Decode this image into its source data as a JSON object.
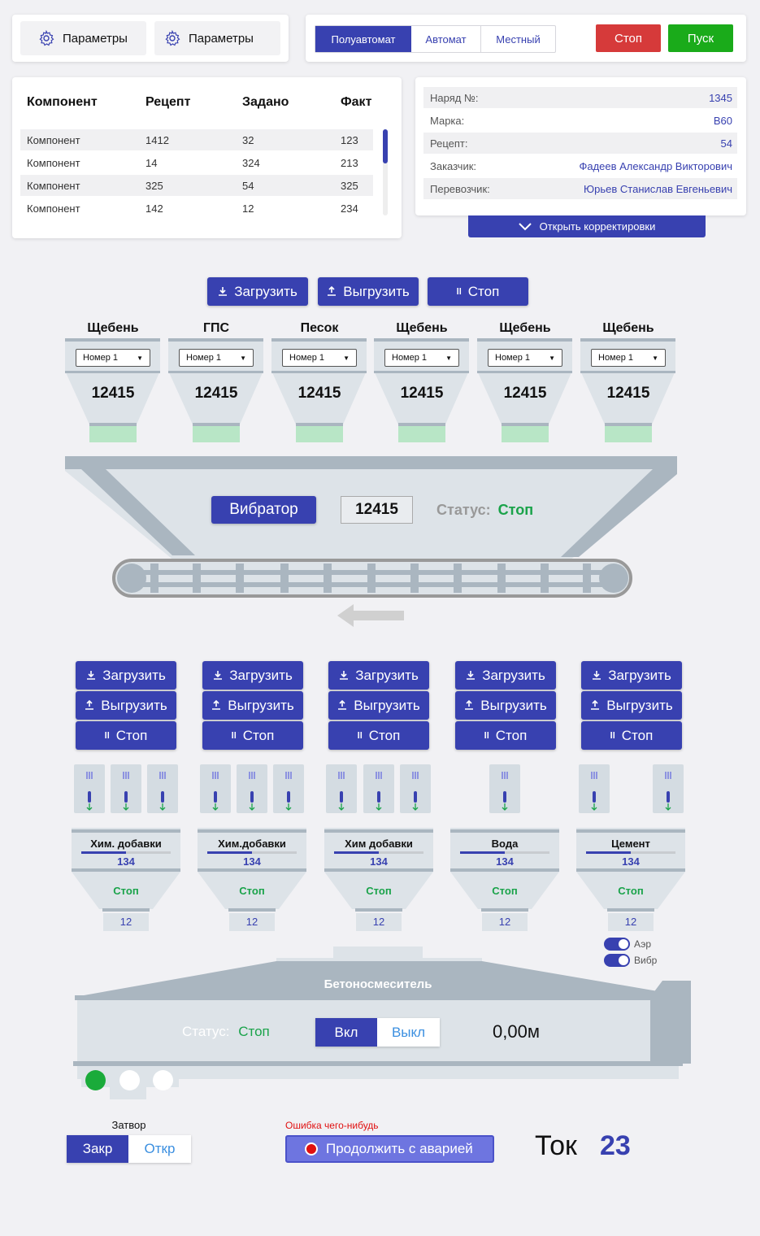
{
  "top": {
    "params1": "Параметры",
    "params2": "Параметры",
    "modes": [
      "Полуавтомат",
      "Автомат",
      "Местный"
    ],
    "stop": "Стоп",
    "start": "Пуск"
  },
  "table": {
    "headers": [
      "Компонент",
      "Рецепт",
      "Задано",
      "Факт"
    ],
    "rows": [
      [
        "Компонент",
        "1412",
        "32",
        "123"
      ],
      [
        "Компонент",
        "14",
        "324",
        "213"
      ],
      [
        "Компонент",
        "325",
        "54",
        "325"
      ],
      [
        "Компонент",
        "142",
        "12",
        "234"
      ]
    ]
  },
  "info": {
    "rows": [
      {
        "k": "Наряд №:",
        "v": "1345"
      },
      {
        "k": "Марка:",
        "v": "B60"
      },
      {
        "k": "Рецепт:",
        "v": "54"
      },
      {
        "k": "Заказчик:",
        "v": "Фадеев Александр Викторович"
      },
      {
        "k": "Перевозчик:",
        "v": "Юрьев Станислав Евгеньевич"
      }
    ],
    "open_corrections": "Открыть корректировки"
  },
  "aggregates": {
    "load": "Загрузить",
    "unload": "Выгрузить",
    "stop": "Стоп",
    "hoppers": [
      {
        "title": "Щебень",
        "select": "Номер 1",
        "value": "12415"
      },
      {
        "title": "ГПС",
        "select": "Номер 1",
        "value": "12415"
      },
      {
        "title": "Песок",
        "select": "Номер 1",
        "value": "12415"
      },
      {
        "title": "Щебень",
        "select": "Номер 1",
        "value": "12415"
      },
      {
        "title": "Щебень",
        "select": "Номер 1",
        "value": "12415"
      },
      {
        "title": "Щебень",
        "select": "Номер 1",
        "value": "12415"
      }
    ],
    "vibrator": "Вибратор",
    "weight": "12415",
    "status_label": "Статус:",
    "status_value": "Стоп"
  },
  "dosers": {
    "load": "Загрузить",
    "unload": "Выгрузить",
    "stop": "Стоп",
    "tanks": [
      {
        "label": "Хим. добавки",
        "value": "134",
        "status": "Стоп",
        "bottom": "12"
      },
      {
        "label": "Хим.добавки",
        "value": "134",
        "status": "Стоп",
        "bottom": "12"
      },
      {
        "label": "Хим добавки",
        "value": "134",
        "status": "Стоп",
        "bottom": "12"
      },
      {
        "label": "Вода",
        "value": "134",
        "status": "Стоп",
        "bottom": "12"
      },
      {
        "label": "Цемент",
        "value": "134",
        "status": "Стоп",
        "bottom": "12"
      }
    ],
    "aer": "Аэр",
    "vibr": "Вибр"
  },
  "mixer": {
    "title": "Бетоносмеситель",
    "status_label": "Статус:",
    "status_value": "Стоп",
    "on": "Вкл",
    "off": "Выкл",
    "reading": "0,00м"
  },
  "gate": {
    "label": "Затвор",
    "close": "Закр",
    "open": "Откр"
  },
  "alarm": {
    "error": "Ошибка чего-нибудь",
    "continue": "Продолжить с аварией"
  },
  "current": {
    "label": "Ток",
    "value": "23"
  },
  "colors": {
    "accent": "#3841b0",
    "stop": "#d63a3a",
    "start": "#1aab1a",
    "ok": "#1aa34a"
  }
}
